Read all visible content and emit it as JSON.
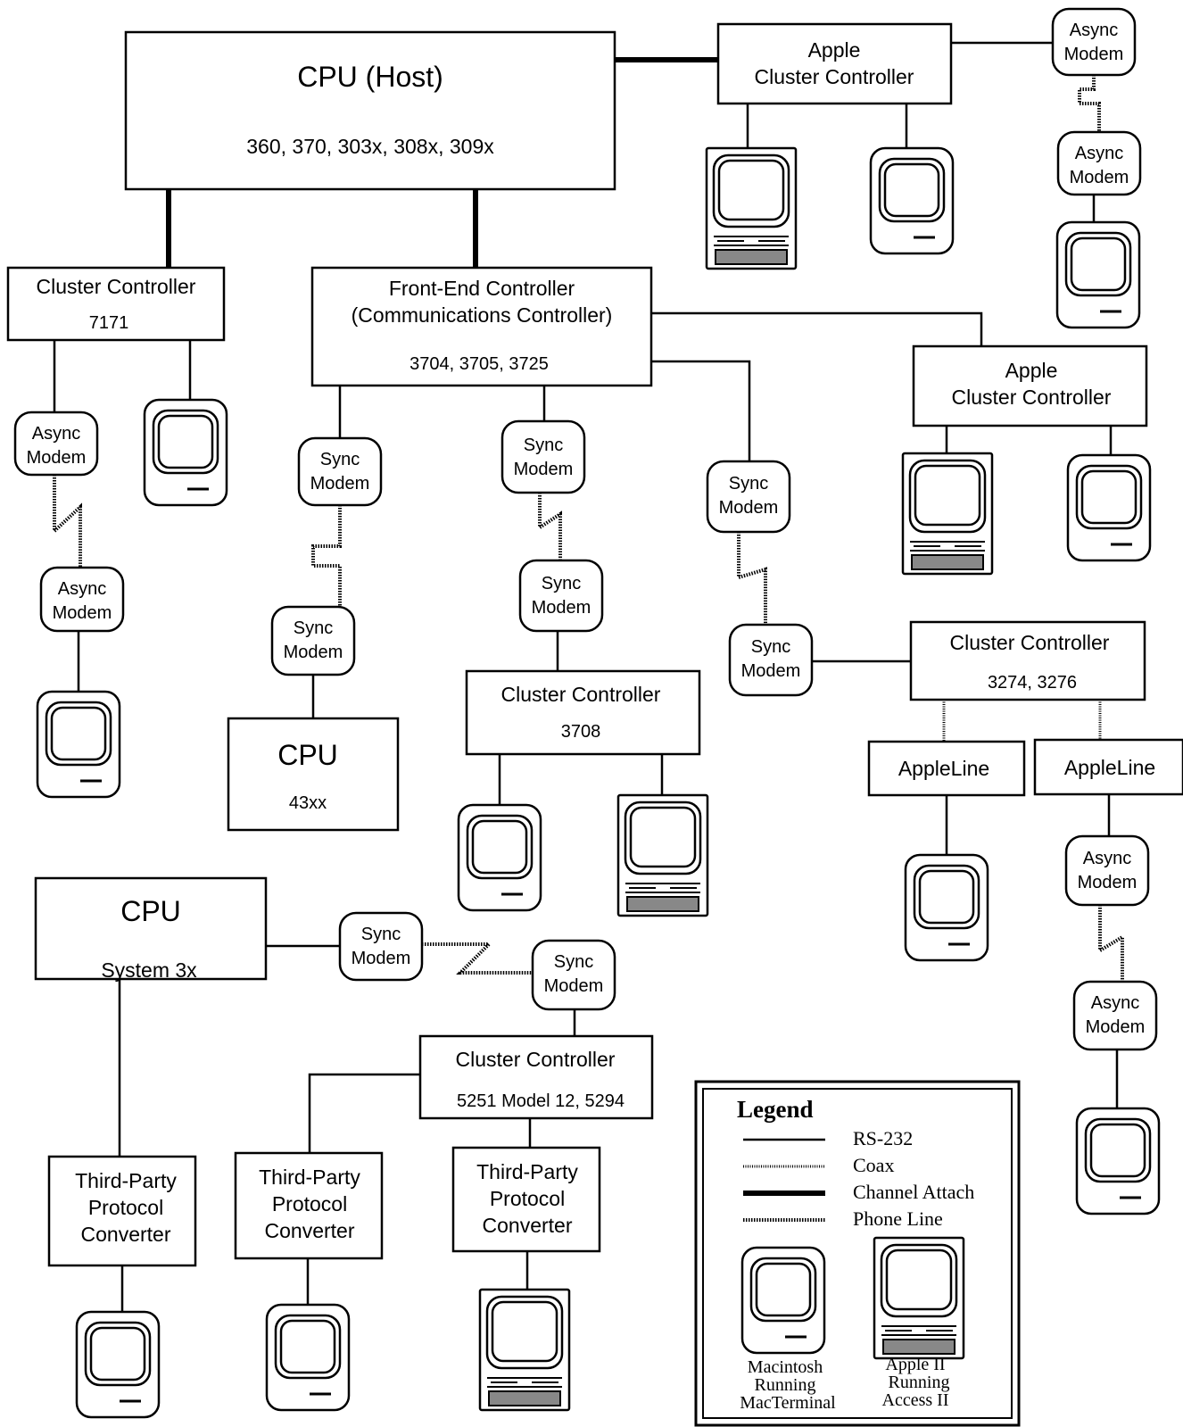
{
  "host": {
    "title": "CPU  (Host)",
    "models": "360, 370, 303x, 308x, 309x"
  },
  "apple_cc_top": {
    "line1": "Apple",
    "line2": "Cluster Controller"
  },
  "apple_cc_mid": {
    "line1": "Apple",
    "line2": "Cluster Controller"
  },
  "cc_7171": {
    "title": "Cluster Controller",
    "model": "7171"
  },
  "fec": {
    "line1": "Front-End Controller",
    "line2": "(Communications Controller)",
    "models": "3704, 3705, 3725"
  },
  "cc_3708": {
    "title": "Cluster Controller",
    "model": "3708"
  },
  "cc_3274": {
    "title": "Cluster Controller",
    "model": "3274, 3276"
  },
  "cpu_43xx": {
    "title": "CPU",
    "model": "43xx"
  },
  "cpu_sys3x": {
    "title": "CPU",
    "model": "System 3x"
  },
  "cc_5251": {
    "title": "Cluster Controller",
    "model": "5251 Model 12, 5294"
  },
  "appleline": {
    "label": "AppleLine"
  },
  "async_modem": {
    "line1": "Async",
    "line2": "Modem"
  },
  "sync_modem": {
    "line1": "Sync",
    "line2": "Modem"
  },
  "protocol_converter": {
    "line1": "Third-Party",
    "line2": "Protocol",
    "line3": "Converter"
  },
  "legend": {
    "title": "Legend",
    "rs232": "RS-232",
    "coax": "Coax",
    "channel": "Channel Attach",
    "phone": "Phone Line",
    "mac": {
      "line1": "Macintosh",
      "line2": "Running",
      "line3": "MacTerminal"
    },
    "apple2": {
      "line1": "Apple II",
      "line2": "Running",
      "line3": "Access II"
    }
  }
}
